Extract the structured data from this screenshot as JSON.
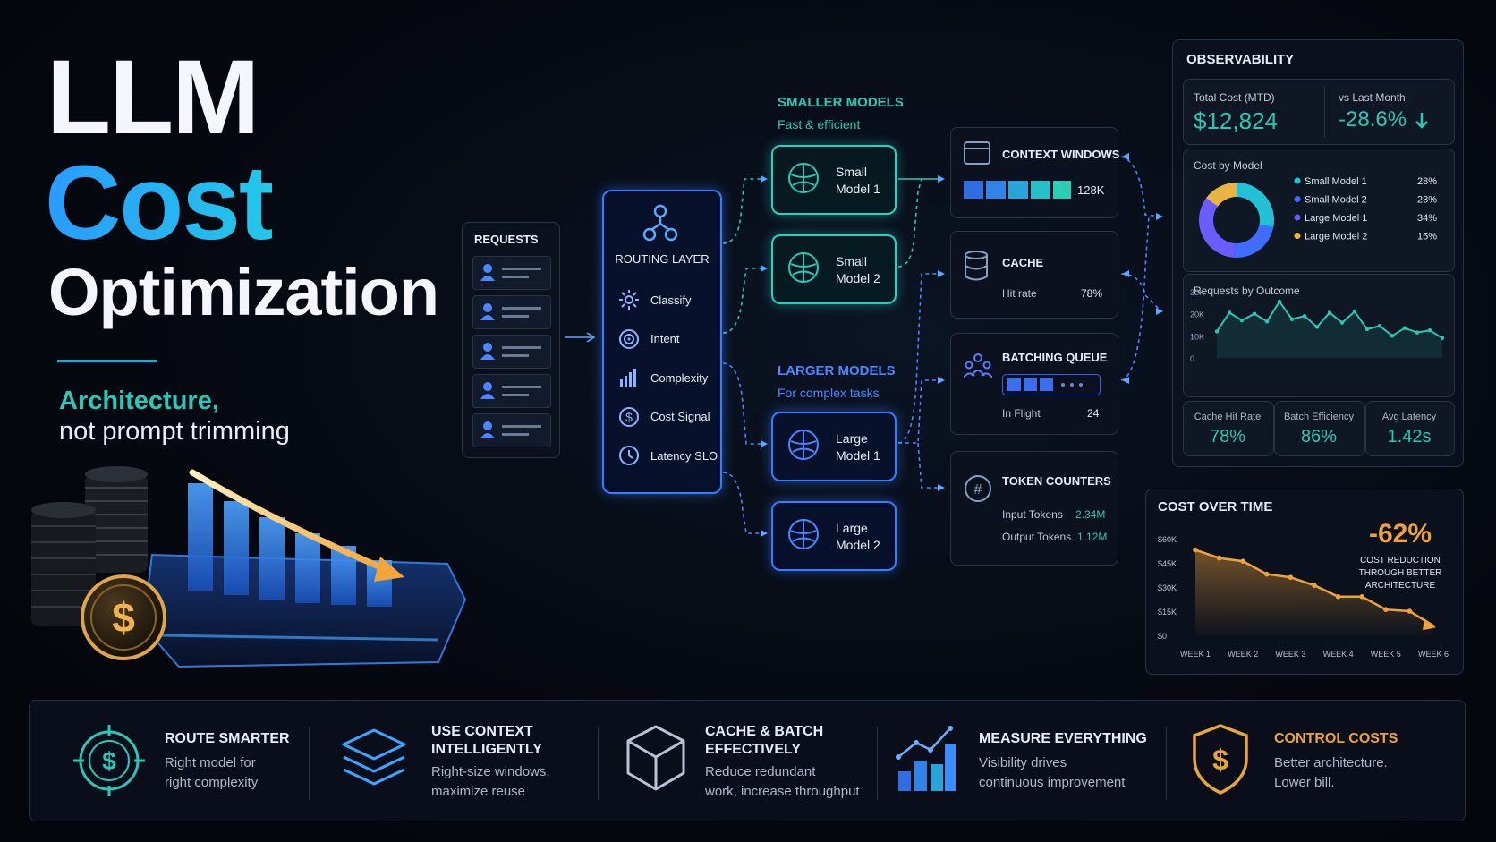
{
  "hero": {
    "line1": "LLM",
    "line2": "Cost",
    "line3": "Optimization",
    "subtitle_accent": "Architecture,",
    "subtitle": "not prompt trimming"
  },
  "requests": {
    "title": "REQUESTS",
    "rows": 5
  },
  "routing": {
    "title": "ROUTING LAYER",
    "items": [
      {
        "label": "Classify",
        "icon": "classify-icon"
      },
      {
        "label": "Intent",
        "icon": "intent-icon"
      },
      {
        "label": "Complexity",
        "icon": "complexity-icon"
      },
      {
        "label": "Cost Signal",
        "icon": "cost-signal-icon"
      },
      {
        "label": "Latency SLO",
        "icon": "clock-icon"
      }
    ]
  },
  "models": {
    "smaller_title": "SMALLER MODELS",
    "smaller_sub": "Fast & efficient",
    "larger_title": "LARGER MODELS",
    "larger_sub": "For complex tasks",
    "small1_line1": "Small",
    "small1_line2": "Model 1",
    "small2_line1": "Small",
    "small2_line2": "Model 2",
    "large1_line1": "Large",
    "large1_line2": "Model 1",
    "large2_line1": "Large",
    "large2_line2": "Model 2"
  },
  "services": {
    "context": {
      "title": "CONTEXT WINDOWS",
      "value": "128K"
    },
    "cache": {
      "title": "CACHE",
      "label": "Hit rate",
      "value": "78%"
    },
    "batch": {
      "title": "BATCHING QUEUE",
      "label": "In Flight",
      "value": "24"
    },
    "tokens": {
      "title": "TOKEN COUNTERS",
      "in_label": "Input Tokens",
      "in_value": "2.34M",
      "out_label": "Output Tokens",
      "out_value": "1.12M"
    }
  },
  "observability": {
    "title": "OBSERVABILITY",
    "total_label": "Total Cost (MTD)",
    "total_value": "$12,824",
    "vs_label": "vs Last Month",
    "vs_value": "-28.6%",
    "by_model_title": "Cost by Model",
    "outcome_title": "Requests by Outcome",
    "cache_hit_label": "Cache Hit Rate",
    "cache_hit_value": "78%",
    "batch_eff_label": "Batch Efficiency",
    "batch_eff_value": "86%",
    "latency_label": "Avg Latency",
    "latency_value": "1.42s",
    "colors": {
      "accent": "#2cc7b6"
    }
  },
  "cost_over_time": {
    "title": "COST OVER TIME",
    "big": "-62%",
    "caption1": "COST REDUCTION",
    "caption2": "THROUGH BETTER",
    "caption3": "ARCHITECTURE"
  },
  "features": [
    {
      "title1": "ROUTE SMARTER",
      "title2": "",
      "desc1": "Right model for",
      "desc2": "right complexity",
      "icon": "route-dollar-icon"
    },
    {
      "title1": "USE CONTEXT",
      "title2": "INTELLIGENTLY",
      "desc1": "Right-size windows,",
      "desc2": "maximize reuse",
      "icon": "layers-icon"
    },
    {
      "title1": "CACHE & BATCH",
      "title2": "EFFECTIVELY",
      "desc1": "Reduce redundant",
      "desc2": "work, increase throughput",
      "icon": "cube-icon"
    },
    {
      "title1": "MEASURE EVERYTHING",
      "title2": "",
      "desc1": "Visibility drives",
      "desc2": "continuous improvement",
      "icon": "bar-chart-icon"
    },
    {
      "title1": "CONTROL COSTS",
      "title2": "",
      "desc1": "Better architecture.",
      "desc2": "Lower bill.",
      "icon": "shield-dollar-icon"
    }
  ],
  "chart_data": [
    {
      "type": "pie",
      "title": "Cost by Model",
      "categories": [
        "Small Model 1",
        "Small Model 2",
        "Large Model 1",
        "Large Model 2"
      ],
      "values": [
        28,
        23,
        34,
        15
      ],
      "value_labels": [
        "28%",
        "23%",
        "34%",
        "15%"
      ],
      "colors": [
        "#22c1d6",
        "#3f6dff",
        "#6a5cff",
        "#e8b443"
      ],
      "legend": "right"
    },
    {
      "type": "line",
      "title": "Requests by Outcome",
      "y_ticks": [
        "30K",
        "20K",
        "10K",
        "0"
      ],
      "ylim": [
        0,
        30000
      ],
      "values": [
        12000,
        20500,
        17000,
        20000,
        16500,
        25500,
        17500,
        19000,
        14000,
        20500,
        16000,
        21000,
        13000,
        14500,
        10000,
        13500,
        11500,
        12500,
        9000
      ],
      "color": "#2cc7b6"
    },
    {
      "type": "area",
      "title": "COST OVER TIME",
      "categories": [
        "WEEK 1",
        "WEEK 2",
        "WEEK 3",
        "WEEK 4",
        "WEEK 5",
        "WEEK 6"
      ],
      "y_ticks": [
        "$60K",
        "$45K",
        "$30K",
        "$15K",
        "$0"
      ],
      "ylim": [
        0,
        60000
      ],
      "x": [
        1,
        1.5,
        2,
        2.5,
        3,
        3.5,
        4,
        4.5,
        5,
        5.5,
        6
      ],
      "values": [
        53000,
        48000,
        46000,
        38000,
        36000,
        31000,
        24000,
        24000,
        16000,
        15000,
        6000
      ],
      "color": "#f0a23a"
    }
  ]
}
